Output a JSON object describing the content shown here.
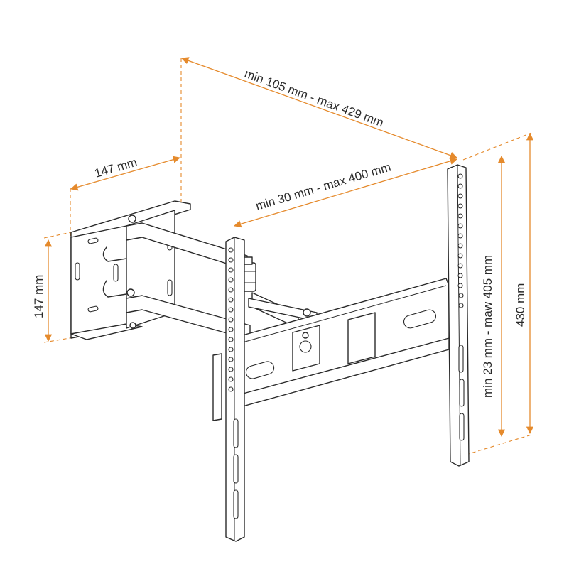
{
  "colors": {
    "accent": "#e58a2c",
    "line": "#2a2a2a"
  },
  "dimensions": {
    "arm_extension": "min 105 mm - max 429 mm",
    "horizontal_hole_spacing": "min 30 mm - max 400 mm",
    "wall_plate_width": "147 mm",
    "wall_plate_height": "147 mm",
    "vertical_hole_spacing": "min 23 mm - maw 405 mm",
    "overall_height": "430 mm"
  }
}
